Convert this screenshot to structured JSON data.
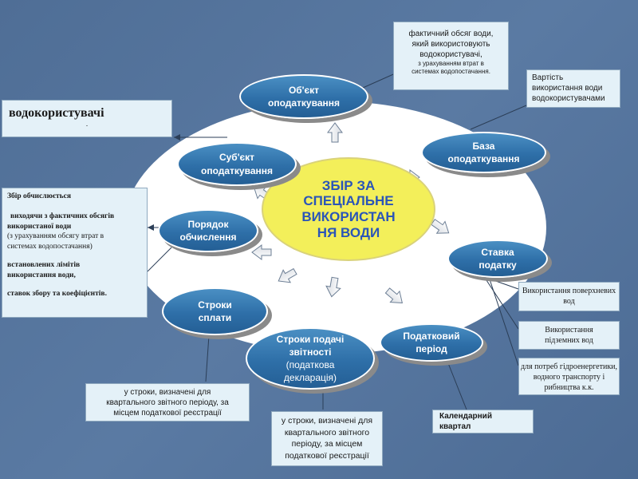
{
  "center": {
    "lines": [
      "ЗБІР ЗА",
      "СПЕЦІАЛЬНЕ",
      "ВИКОРИСТАН",
      "НЯ ВОДИ"
    ]
  },
  "ovals": {
    "object": [
      "Об'єкт",
      "оподаткування"
    ],
    "subject": [
      "Суб'єкт",
      "оподаткування"
    ],
    "order": [
      "Порядок",
      "обчислення"
    ],
    "payment_terms": [
      "Строки",
      "сплати"
    ],
    "report_terms": [
      "Строки подачі",
      "звітності",
      "(податкова",
      "декларація)"
    ],
    "tax_period": [
      "Податковий",
      "період"
    ],
    "rate": [
      "Ставка",
      "податку"
    ],
    "base": [
      "База",
      "оподаткування"
    ]
  },
  "boxes": {
    "actual_volume": [
      "фактичний обсяг води,",
      "який використовують",
      "водокористувачі,",
      "з урахуванням втрат в",
      "системах водопостачання."
    ],
    "cost": [
      "Вартість",
      "використання води",
      "водокористувачами"
    ],
    "water_users": "водокористувачі",
    "water_users_dot": ".",
    "collection_title": "Збір обчислюється",
    "collection_lines": [
      "виходячи з фактичних обсягів",
      "використаної води",
      "(з урахуванням обсягу втрат в",
      "системах водопостачання)",
      "встановлених лімітів",
      "використання води,",
      "ставок збору та коефіцієнтів."
    ],
    "surface": [
      "Використання поверхневих",
      "вод"
    ],
    "underground": [
      "Використання",
      "підземних вод"
    ],
    "hydro": [
      "для потреб гідроенергетики,",
      "водного транспорту і",
      "рибництва к.к."
    ],
    "quarter": [
      "Календарний",
      "квартал"
    ],
    "payment_note": [
      "у строки, визначені для",
      "квартального звітного періоду, за",
      "місцем податкової реєстрації"
    ],
    "report_note": [
      "у строки, визначені для",
      "квартального звітного",
      "періоду, за місцем",
      "податкової реєстрації"
    ]
  }
}
